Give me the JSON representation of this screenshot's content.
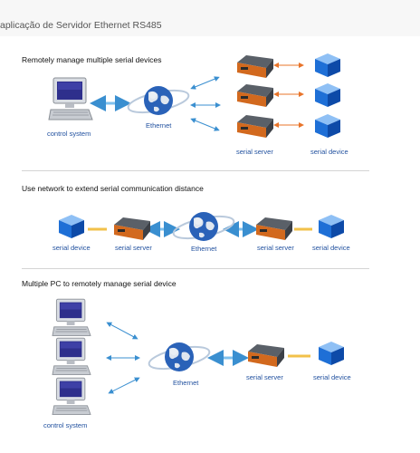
{
  "page": {
    "title": "aplicação de Servidor Ethernet RS485"
  },
  "section1": {
    "heading": "Remotely manage multiple serial devices",
    "control_label": "control system",
    "ethernet_label": "Ethernet",
    "server_label": "serial server",
    "device_label": "serial device"
  },
  "section2": {
    "heading": "Use network to extend serial communication distance",
    "device_label_left": "serial device",
    "server_label_left": "serial server",
    "ethernet_label": "Ethernet",
    "server_label_right": "serial server",
    "device_label_right": "serial device"
  },
  "section3": {
    "heading": "Multiple PC to remotely manage serial device",
    "control_label": "control system",
    "ethernet_label": "Ethernet",
    "server_label": "serial server",
    "device_label": "serial device"
  },
  "colors": {
    "caption": "#1f4f9e",
    "network_arrow": "#3a8fd0",
    "serial_arrow": "#e8742a",
    "cube_blue": "#1e6fd6",
    "server_orange": "#d2691e"
  }
}
